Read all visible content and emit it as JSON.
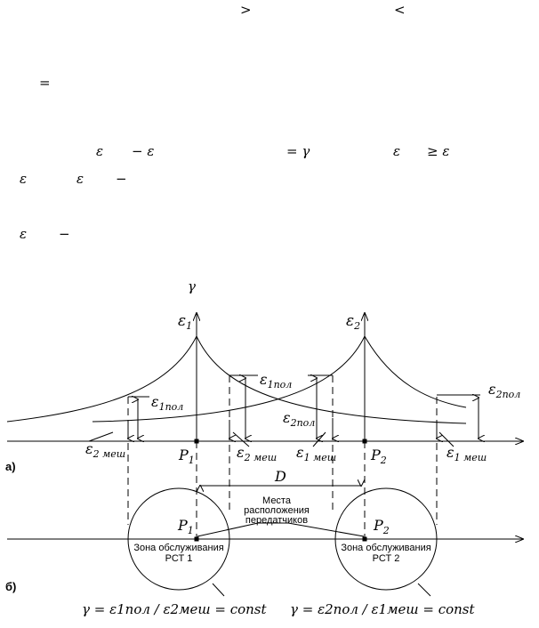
{
  "text_fragments": {
    "gt": ">",
    "lt": "<",
    "eq": "=",
    "eps": "ε",
    "minus_eps": "− ε",
    "eq_gamma": "= γ",
    "ge_eps": "≥ ε",
    "dash": "−",
    "gamma": "γ"
  },
  "diagram": {
    "axis_eps1": "ε",
    "axis_eps1_sub": "1",
    "axis_eps2": "ε",
    "axis_eps2_sub": "2",
    "eps1_pol": "ε",
    "eps1_pol_sub": "1пол",
    "eps2_pol": "ε",
    "eps2_pol_sub": "2пол",
    "eps1_mesh": "ε",
    "eps1_mesh_sub": "1 меш",
    "eps2_mesh": "ε",
    "eps2_mesh_sub": "2 меш",
    "P1": "P",
    "P1_sub": "1",
    "P2": "P",
    "P2_sub": "2",
    "label_a": "а)",
    "label_b": "б)",
    "distance": "D",
    "transmitters_line1": "Места",
    "transmitters_line2": "расположения",
    "transmitters_line3": "передатчиков",
    "zone1_line1": "Зона обслуживания",
    "zone1_line2": "РСТ 1",
    "zone2_line1": "Зона обслуживания",
    "zone2_line2": "РСТ 2",
    "formula1": "γ = ε1пол / ε2меш = const",
    "formula2": "γ = ε2пол / ε1меш = const"
  }
}
